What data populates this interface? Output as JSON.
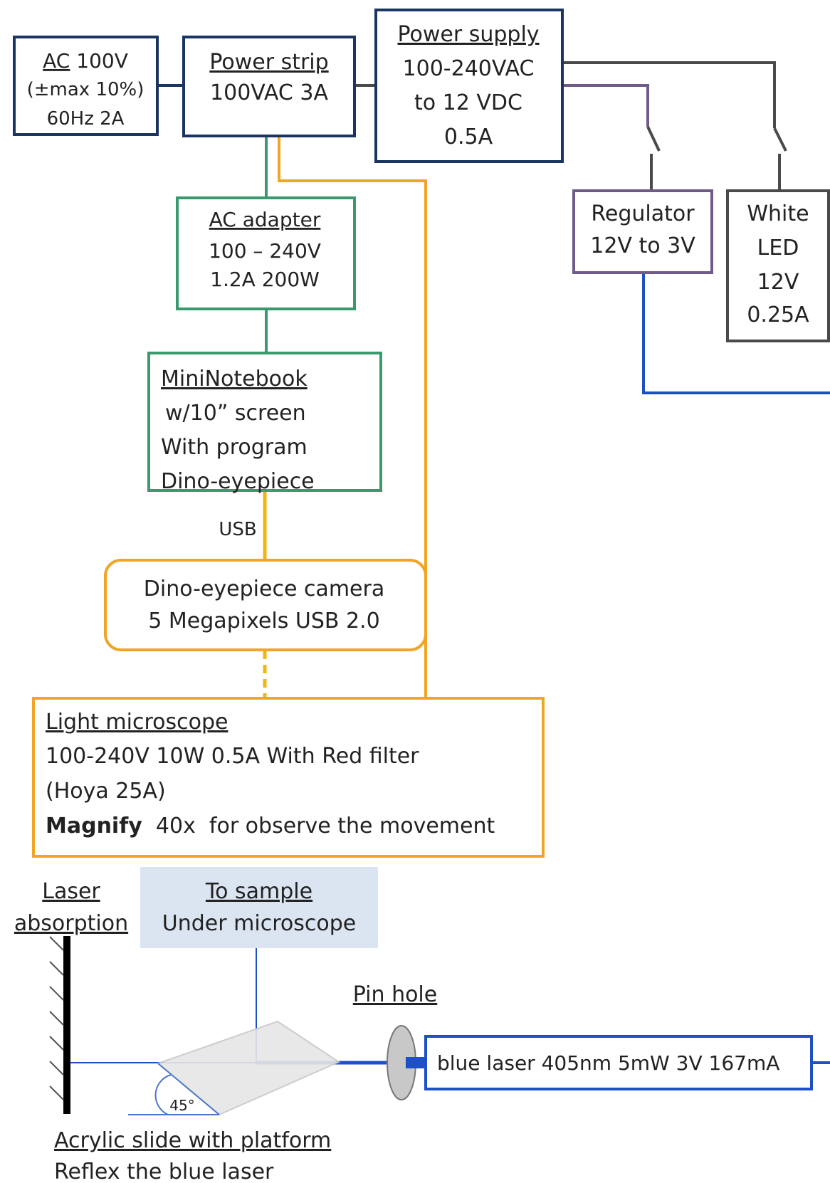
{
  "colors": {
    "navy": "#1b3562",
    "green": "#3a9a6e",
    "orange": "#f0a526",
    "purple": "#6f5b8a",
    "gray": "#4a4a4a",
    "blue": "#1d4fc6",
    "sample_bg": "#dbe5f1"
  },
  "ac_source": {
    "line1_u": "AC",
    "line1_rest": " 100V",
    "line2": "(±max 10%)",
    "line3": "60Hz 2A"
  },
  "power_strip": {
    "title": "Power strip",
    "line2": "100VAC  3A"
  },
  "power_supply": {
    "title": "Power supply",
    "line2": "100-240VAC",
    "line3": "to 12 VDC",
    "line4": "0.5A"
  },
  "regulator": {
    "line1": "Regulator",
    "line2": "12V to 3V"
  },
  "white_led": {
    "line1": "White",
    "line2": "LED",
    "line3": "12V",
    "line4": "0.25A"
  },
  "ac_adapter": {
    "title": "AC adapter",
    "line2": "100 – 240V",
    "line3": "1.2A  200W"
  },
  "mini_notebook": {
    "title": "MiniNotebook",
    "line2": "w/10” screen",
    "line3": "With program",
    "line4": "Dino-eyepiece"
  },
  "usb_label": "USB",
  "camera": {
    "line1": "Dino-eyepiece camera",
    "line2": "5 Megapixels USB 2.0"
  },
  "microscope": {
    "title": "Light microscope",
    "line2": "100-240V  10W  0.5A With Red filter",
    "line3": "(Hoya 25A)",
    "line4_bold": "Magnify",
    "line4_rest": "  40x  for observe the movement"
  },
  "laser_absorption": {
    "line1": "Laser",
    "line2": "absorption"
  },
  "to_sample": {
    "line1": "To sample",
    "line2": "Under microscope"
  },
  "pin_hole": "Pin hole",
  "blue_laser": "blue laser 405nm 5mW 3V 167mA",
  "angle": "45°",
  "acrylic": {
    "line1": "Acrylic slide with platform",
    "line2": "Reflex the blue laser"
  }
}
